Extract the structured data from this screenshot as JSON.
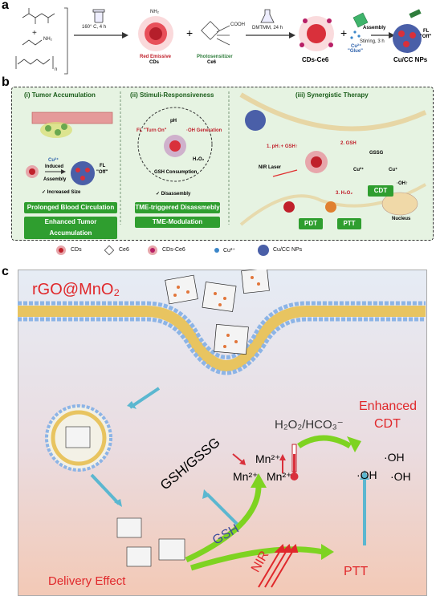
{
  "panel_a": {
    "label": "a",
    "step1_cond": "160° C, 4 h",
    "cds_name_line1": "Red Emissive",
    "cds_name_line2": "CDs",
    "ce6_name_line1": "Photosensitizer",
    "ce6_name_line2": "Ce6",
    "step2_cond": "DMTMM, 24 h",
    "cdsce6_name": "CDs-Ce6",
    "glue_line1": "Cu²⁺",
    "glue_line2": "\"Glue\"",
    "step3_line1": "Assembly",
    "step3_line2": "Stirring, 3 h",
    "product_name": "Cu/CC NPs",
    "fl_line1": "FL",
    "fl_line2": "\"Off\"",
    "nh2": "NH₂",
    "cooh": "COOH",
    "plus": "+",
    "reagent_amine": "NH₂",
    "reagent_peg": "n"
  },
  "panel_b": {
    "label": "b",
    "sec1_title": "(i)  Tumor Accumulation",
    "sec2_title": "(ii) Stimuli-Responsiveness",
    "sec3_title": "(iii) Synergistic Therapy",
    "cu_induced_1": "Cu²⁺",
    "cu_induced_2": "Induced",
    "cu_induced_3": "Assembly",
    "fl_off_1": "FL",
    "fl_off_2": "\"Off\"",
    "increased_size": "✓ Increased Size",
    "ph": "pH",
    "fl_turn_on": "FL \"Turn On\"",
    "oh_generation": "·OH Generation",
    "gsh_consumption": "GSH Consumption",
    "h2o2": "H₂O₂",
    "disassembly": "✓ Disassembly",
    "step1": "1. pH↓+ GSH↑",
    "step2": "2. GSH",
    "step3": "3. H₂O₂",
    "gssg": "GSSG",
    "cu2": "Cu²⁺",
    "cu1": "Cu⁺",
    "oh_up": "·OH↑",
    "nir_laser": "NIR Laser",
    "cdt": "CDT",
    "pdt": "PDT",
    "ptt": "PTT",
    "nucleus": "Nucleus",
    "boxes": [
      "Prolonged Blood Circulation",
      "Enhanced Tumor Accumulation",
      "TME-triggered Disassmebly",
      "TME-Modulation"
    ],
    "legend": [
      "CDs",
      "Ce6",
      "CDs-Ce6",
      "Cu²⁺",
      "Cu/CC NPs"
    ]
  },
  "panel_c": {
    "label": "c",
    "title": "rGO@MnO₂",
    "enhanced": "Enhanced",
    "cdt": "CDT",
    "h2o2_hco3": "H₂O₂/HCO₃⁻",
    "mn_a": "Mn²⁺",
    "mn_b": "Mn²⁺",
    "mn_c": "Mn²⁺",
    "oh1": "·OH",
    "oh2": "·OH",
    "oh3": "·OH",
    "gsh_gssg": "GSH/GSSG",
    "gsh": "GSH",
    "nir": "NIR",
    "ptt": "PTT",
    "delivery": "Delivery Effect"
  },
  "colors": {
    "green_box": "#2f9e2f",
    "red_text": "#e0282b",
    "arrow_green": "#7ed321",
    "arrow_blue": "#5bb7d0",
    "panel_c_top": "#e6ecf5",
    "panel_c_bottom": "#f3c9b6",
    "panel_b_bg": "#e6f3e2"
  }
}
